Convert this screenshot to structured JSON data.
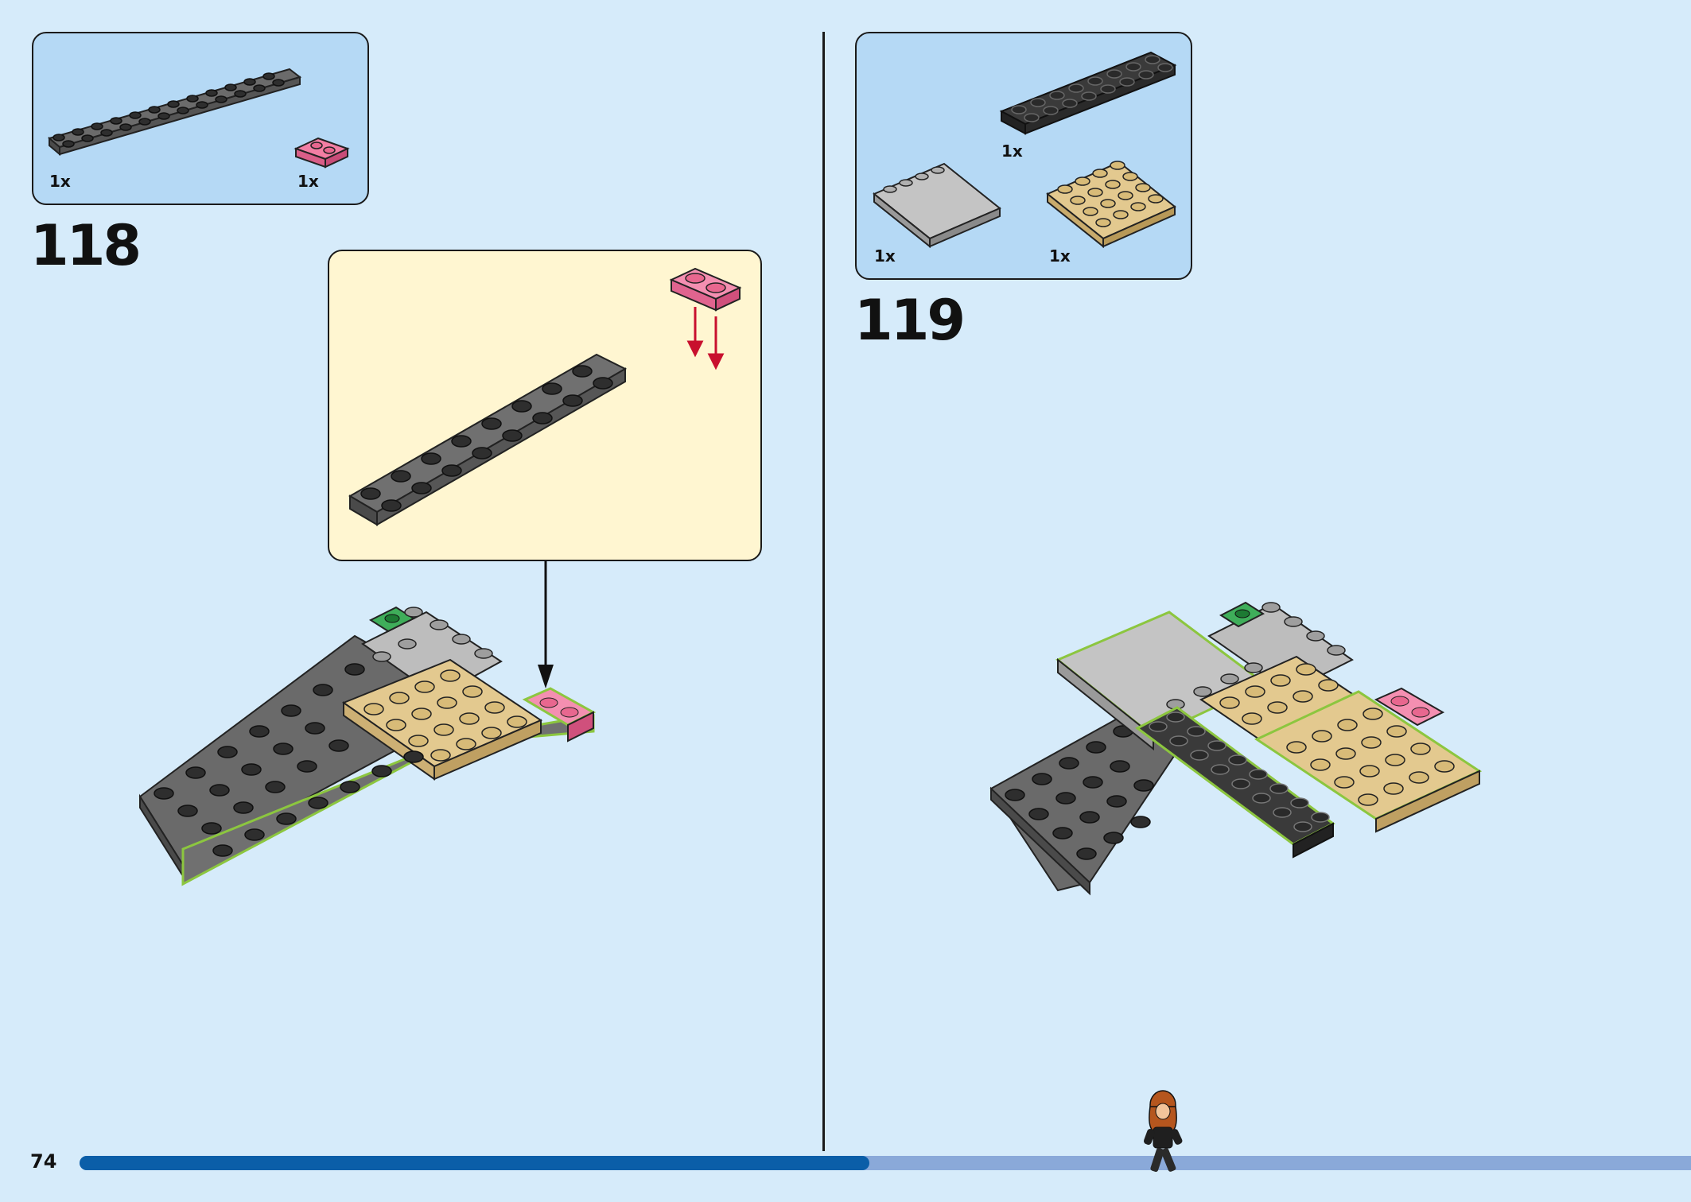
{
  "page": {
    "number": "74",
    "progress": 0.49
  },
  "colors": {
    "background": "#d6ebfa",
    "parts_panel": "#b5d9f5",
    "callout": "#fff6d1",
    "progress_fill": "#0b5ea8",
    "progress_track": "#8aa9d9",
    "new_part_outline": "#8cc63f",
    "arrow_red": "#c8102e"
  },
  "steps": [
    {
      "number": "118",
      "parts": [
        {
          "name": "dark-gray-plate-2x12",
          "qty": "1x"
        },
        {
          "name": "pink-plate-1x2",
          "qty": "1x"
        }
      ]
    },
    {
      "number": "119",
      "parts": [
        {
          "name": "black-plate-2x8",
          "qty": "1x"
        },
        {
          "name": "light-gray-tile-4x4",
          "qty": "1x"
        },
        {
          "name": "tan-plate-4x4",
          "qty": "1x"
        }
      ]
    }
  ],
  "minifigure": {
    "icon": "black-widow-minifig-icon"
  }
}
